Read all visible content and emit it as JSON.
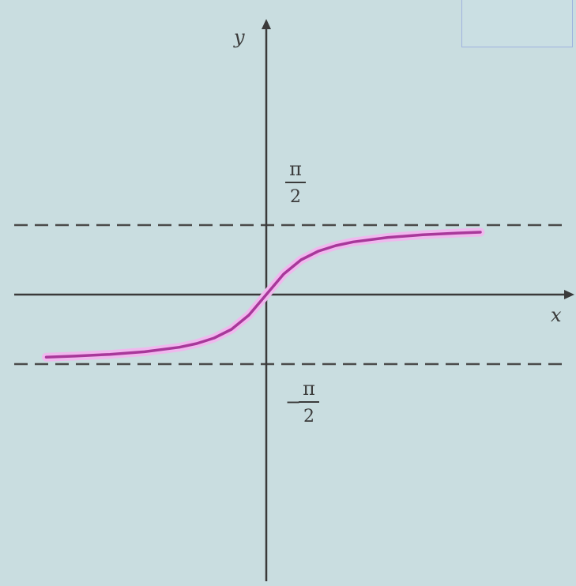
{
  "chart_data": {
    "type": "line",
    "title": "",
    "xlabel": "x",
    "ylabel": "y",
    "series": [
      {
        "x": [
          -6.33,
          -5.5,
          -4.5,
          -3.5,
          -2.5,
          -2,
          -1.5,
          -1,
          -0.5,
          0,
          0.5,
          1,
          1.5,
          2,
          2.5,
          3.5,
          4.5,
          5.5,
          6.16
        ],
        "y": [
          -1.4149,
          -1.3909,
          -1.3521,
          -1.2925,
          -1.1903,
          -1.1071,
          -0.9828,
          -0.7854,
          -0.4636,
          0,
          0.4636,
          0.7854,
          0.9828,
          1.1071,
          1.1903,
          1.2925,
          1.3521,
          1.3909,
          1.41
        ]
      }
    ],
    "xlim": [
      -6.3,
      7.7
    ],
    "ylim": [
      -7.2,
      6.9
    ],
    "asymptotes": [
      {
        "y": 1.5708,
        "label_num": "π",
        "label_den": "2",
        "sign": ""
      },
      {
        "y": -1.5708,
        "label_num": "π",
        "label_den": "2",
        "sign": "−"
      }
    ],
    "grid": false,
    "colors": {
      "curve": "#a8389a",
      "curve_glow": "#f0b8ee",
      "axis": "#3a3a3a",
      "dash": "#4a4a4a"
    }
  }
}
